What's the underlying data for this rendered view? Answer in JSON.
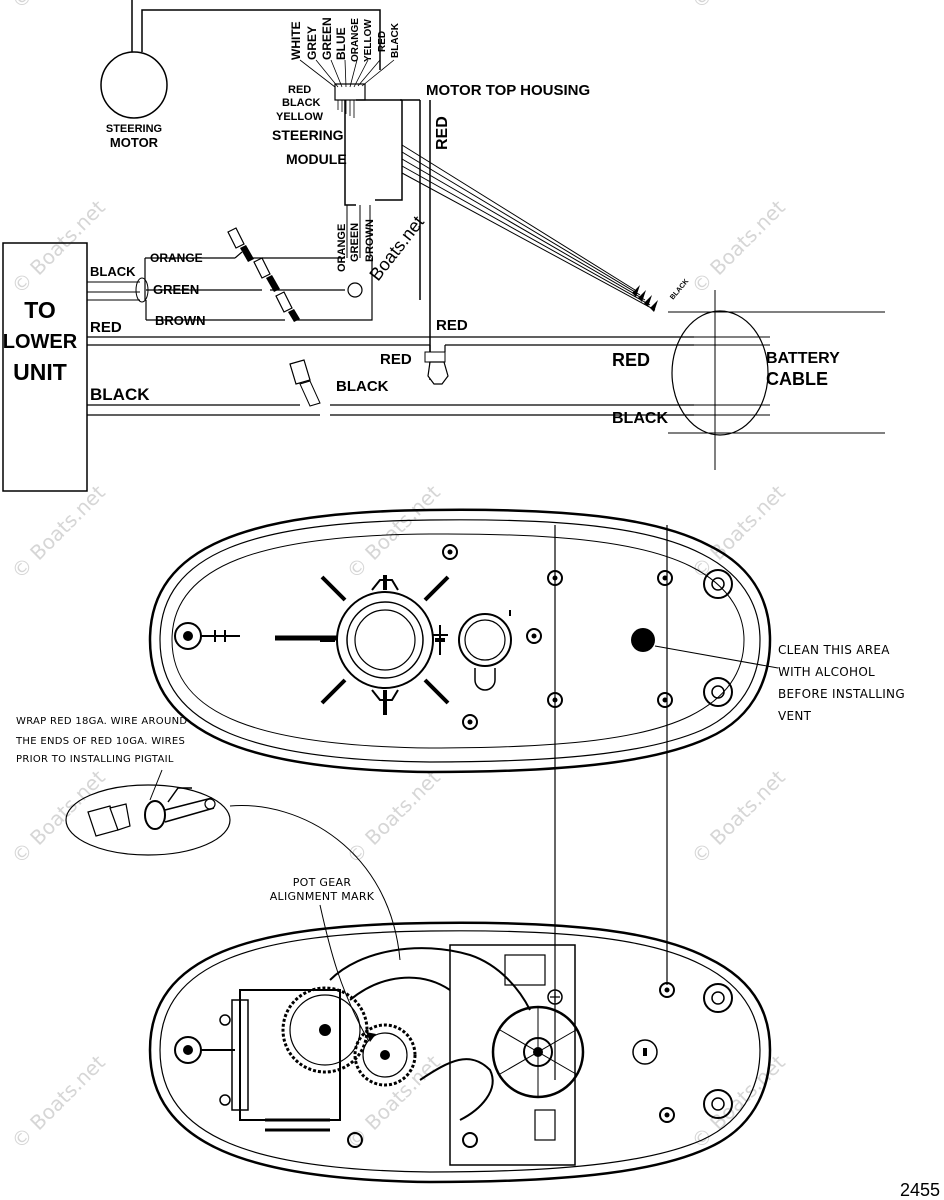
{
  "labels": {
    "steering_motor": [
      "STEERING",
      "MOTOR"
    ],
    "module_wire_colors": [
      "WHITE",
      "GREY",
      "GREEN",
      "BLUE",
      "ORANGE",
      "YELLOW",
      "RED",
      "BLACK"
    ],
    "module_left_wires": [
      "RED",
      "BLACK",
      "YELLOW"
    ],
    "steering_module": [
      "STEERING",
      "MODULE"
    ],
    "motor_top_housing": "MOTOR TOP HOUSING",
    "red_vertical": "RED",
    "module_bottom_wires": [
      "ORANGE",
      "GREEN",
      "BROWN"
    ],
    "to_lower_unit": [
      "TO",
      "LOWER",
      "UNIT"
    ],
    "left_black": "BLACK",
    "orange": "ORANGE",
    "green": "GREEN",
    "brown": "BROWN",
    "left_red": "RED",
    "mid_red_upper": "RED",
    "mid_red_lower": "RED",
    "right_red": "RED",
    "left_black_lower": "BLACK",
    "mid_black": "BLACK",
    "right_black": "BLACK",
    "tiny_black": "BLACK",
    "battery_cable": [
      "BATTERY",
      "CABLE"
    ],
    "clean_area": [
      "CLEAN THIS AREA",
      "WITH ALCOHOL",
      "BEFORE INSTALLING",
      "VENT"
    ],
    "wrap_red": [
      "WRAP RED 18GA. WIRE AROUND",
      "THE ENDS OF RED 10GA. WIRES",
      "PRIOR TO INSTALLING PIGTAIL"
    ],
    "pot_gear": [
      "POT GEAR",
      "ALIGNMENT MARK"
    ],
    "figure_number": "2455"
  },
  "watermark": "© Boats.net",
  "diagonal_mark": "Boats.net"
}
